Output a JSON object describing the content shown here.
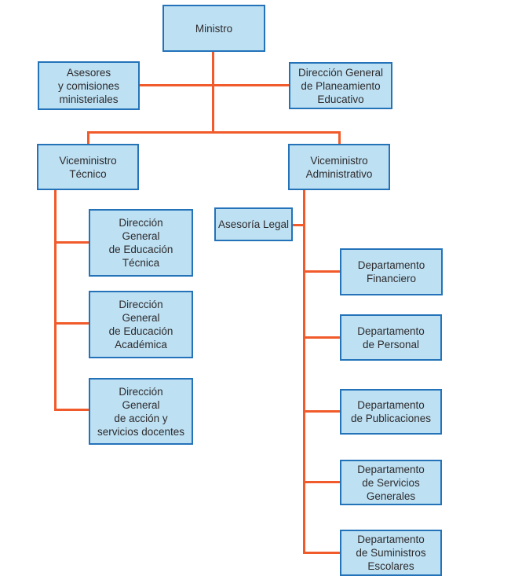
{
  "colors": {
    "background": "#ffffff",
    "box_fill": "#bde0f3",
    "box_border": "#2473b9",
    "connector": "#f15b2b",
    "text": "#2e2b2c"
  },
  "diagram": {
    "type": "org-chart",
    "nodes": {
      "ministro": {
        "label": "Ministro",
        "parent": null
      },
      "asesores": {
        "label": "Asesores\ny comisiones\nministeriales",
        "parent": "ministro"
      },
      "planeamiento": {
        "label": "Dirección General\nde Planeamiento\nEducativo",
        "parent": "ministro"
      },
      "vice_tecnico": {
        "label": "Viceministro\nTécnico",
        "parent": "ministro"
      },
      "vice_admin": {
        "label": "Viceministro\nAdministrativo",
        "parent": "ministro"
      },
      "asesoria_legal": {
        "label": "Asesoría Legal",
        "parent": "vice_admin"
      },
      "dg_tecnica": {
        "label": "Dirección\nGeneral\nde Educación\nTécnica",
        "parent": "vice_tecnico"
      },
      "dg_academica": {
        "label": "Dirección\nGeneral\nde Educación\nAcadémica",
        "parent": "vice_tecnico"
      },
      "dg_accion": {
        "label": "Dirección\nGeneral\nde acción y\nservicios docentes",
        "parent": "vice_tecnico"
      },
      "dep_financiero": {
        "label": "Departamento\nFinanciero",
        "parent": "vice_admin"
      },
      "dep_personal": {
        "label": "Departamento\nde Personal",
        "parent": "vice_admin"
      },
      "dep_publicaciones": {
        "label": "Departamento\nde Publicaciones",
        "parent": "vice_admin"
      },
      "dep_servicios": {
        "label": "Departamento\nde Servicios\nGenerales",
        "parent": "vice_admin"
      },
      "dep_suministros": {
        "label": "Departamento\nde Suministros\nEscolares",
        "parent": "vice_admin"
      }
    }
  }
}
